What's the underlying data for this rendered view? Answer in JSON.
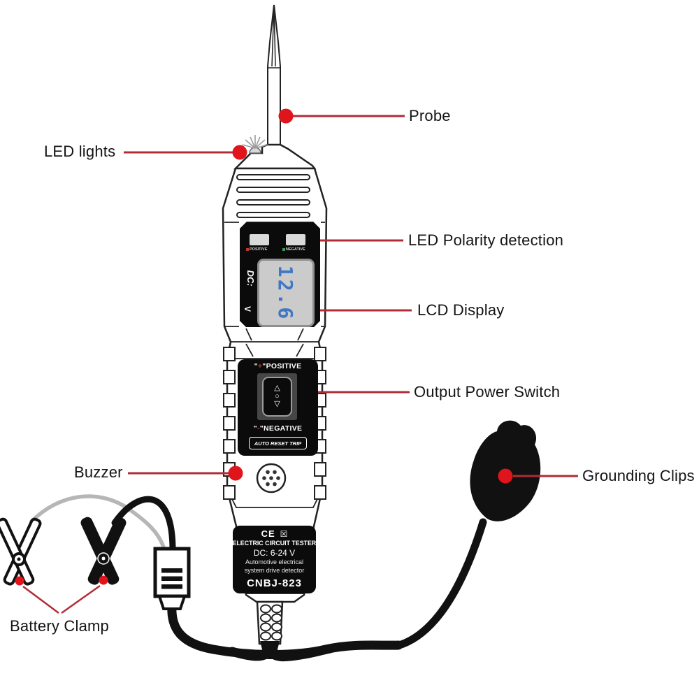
{
  "callouts": {
    "probe": "Probe",
    "led_lights": "LED lights",
    "led_polarity": "LED Polarity detection",
    "lcd_display": "LCD Display",
    "output_power_switch": "Output Power Switch",
    "buzzer": "Buzzer",
    "grounding_clips": "Grounding Clips",
    "battery_clamp": "Battery Clamp"
  },
  "device": {
    "display": {
      "led_positive": "POSITIVE",
      "led_negative": "NEGATIVE",
      "dc_label": "DC:",
      "value": "12.6",
      "unit": "V"
    },
    "switch_panel": {
      "positive_q": "\"",
      "positive_sign": "+",
      "positive_rest": "\"POSITIVE",
      "negative_q": "\"",
      "negative_sign": "-",
      "negative_rest": "\"NEGATIVE",
      "rocker_up": "△",
      "rocker_mid": "○",
      "rocker_down": "▽",
      "auto_reset": "AUTO RESET TRIP"
    },
    "label_panel": {
      "ce_mark": "CE",
      "weee_icon": "☒",
      "title": "ELECTRIC CIRCUIT TESTER",
      "voltage": "DC: 6-24 V",
      "desc1": "Automotive electrical",
      "desc2": "system drive detector",
      "model": "CNBJ-823"
    }
  },
  "colors": {
    "callout_line": "#b02c38",
    "callout_dot": "#e0151b",
    "lcd_digits": "#3f77c2",
    "gray_cable": "#b6b6b6"
  }
}
